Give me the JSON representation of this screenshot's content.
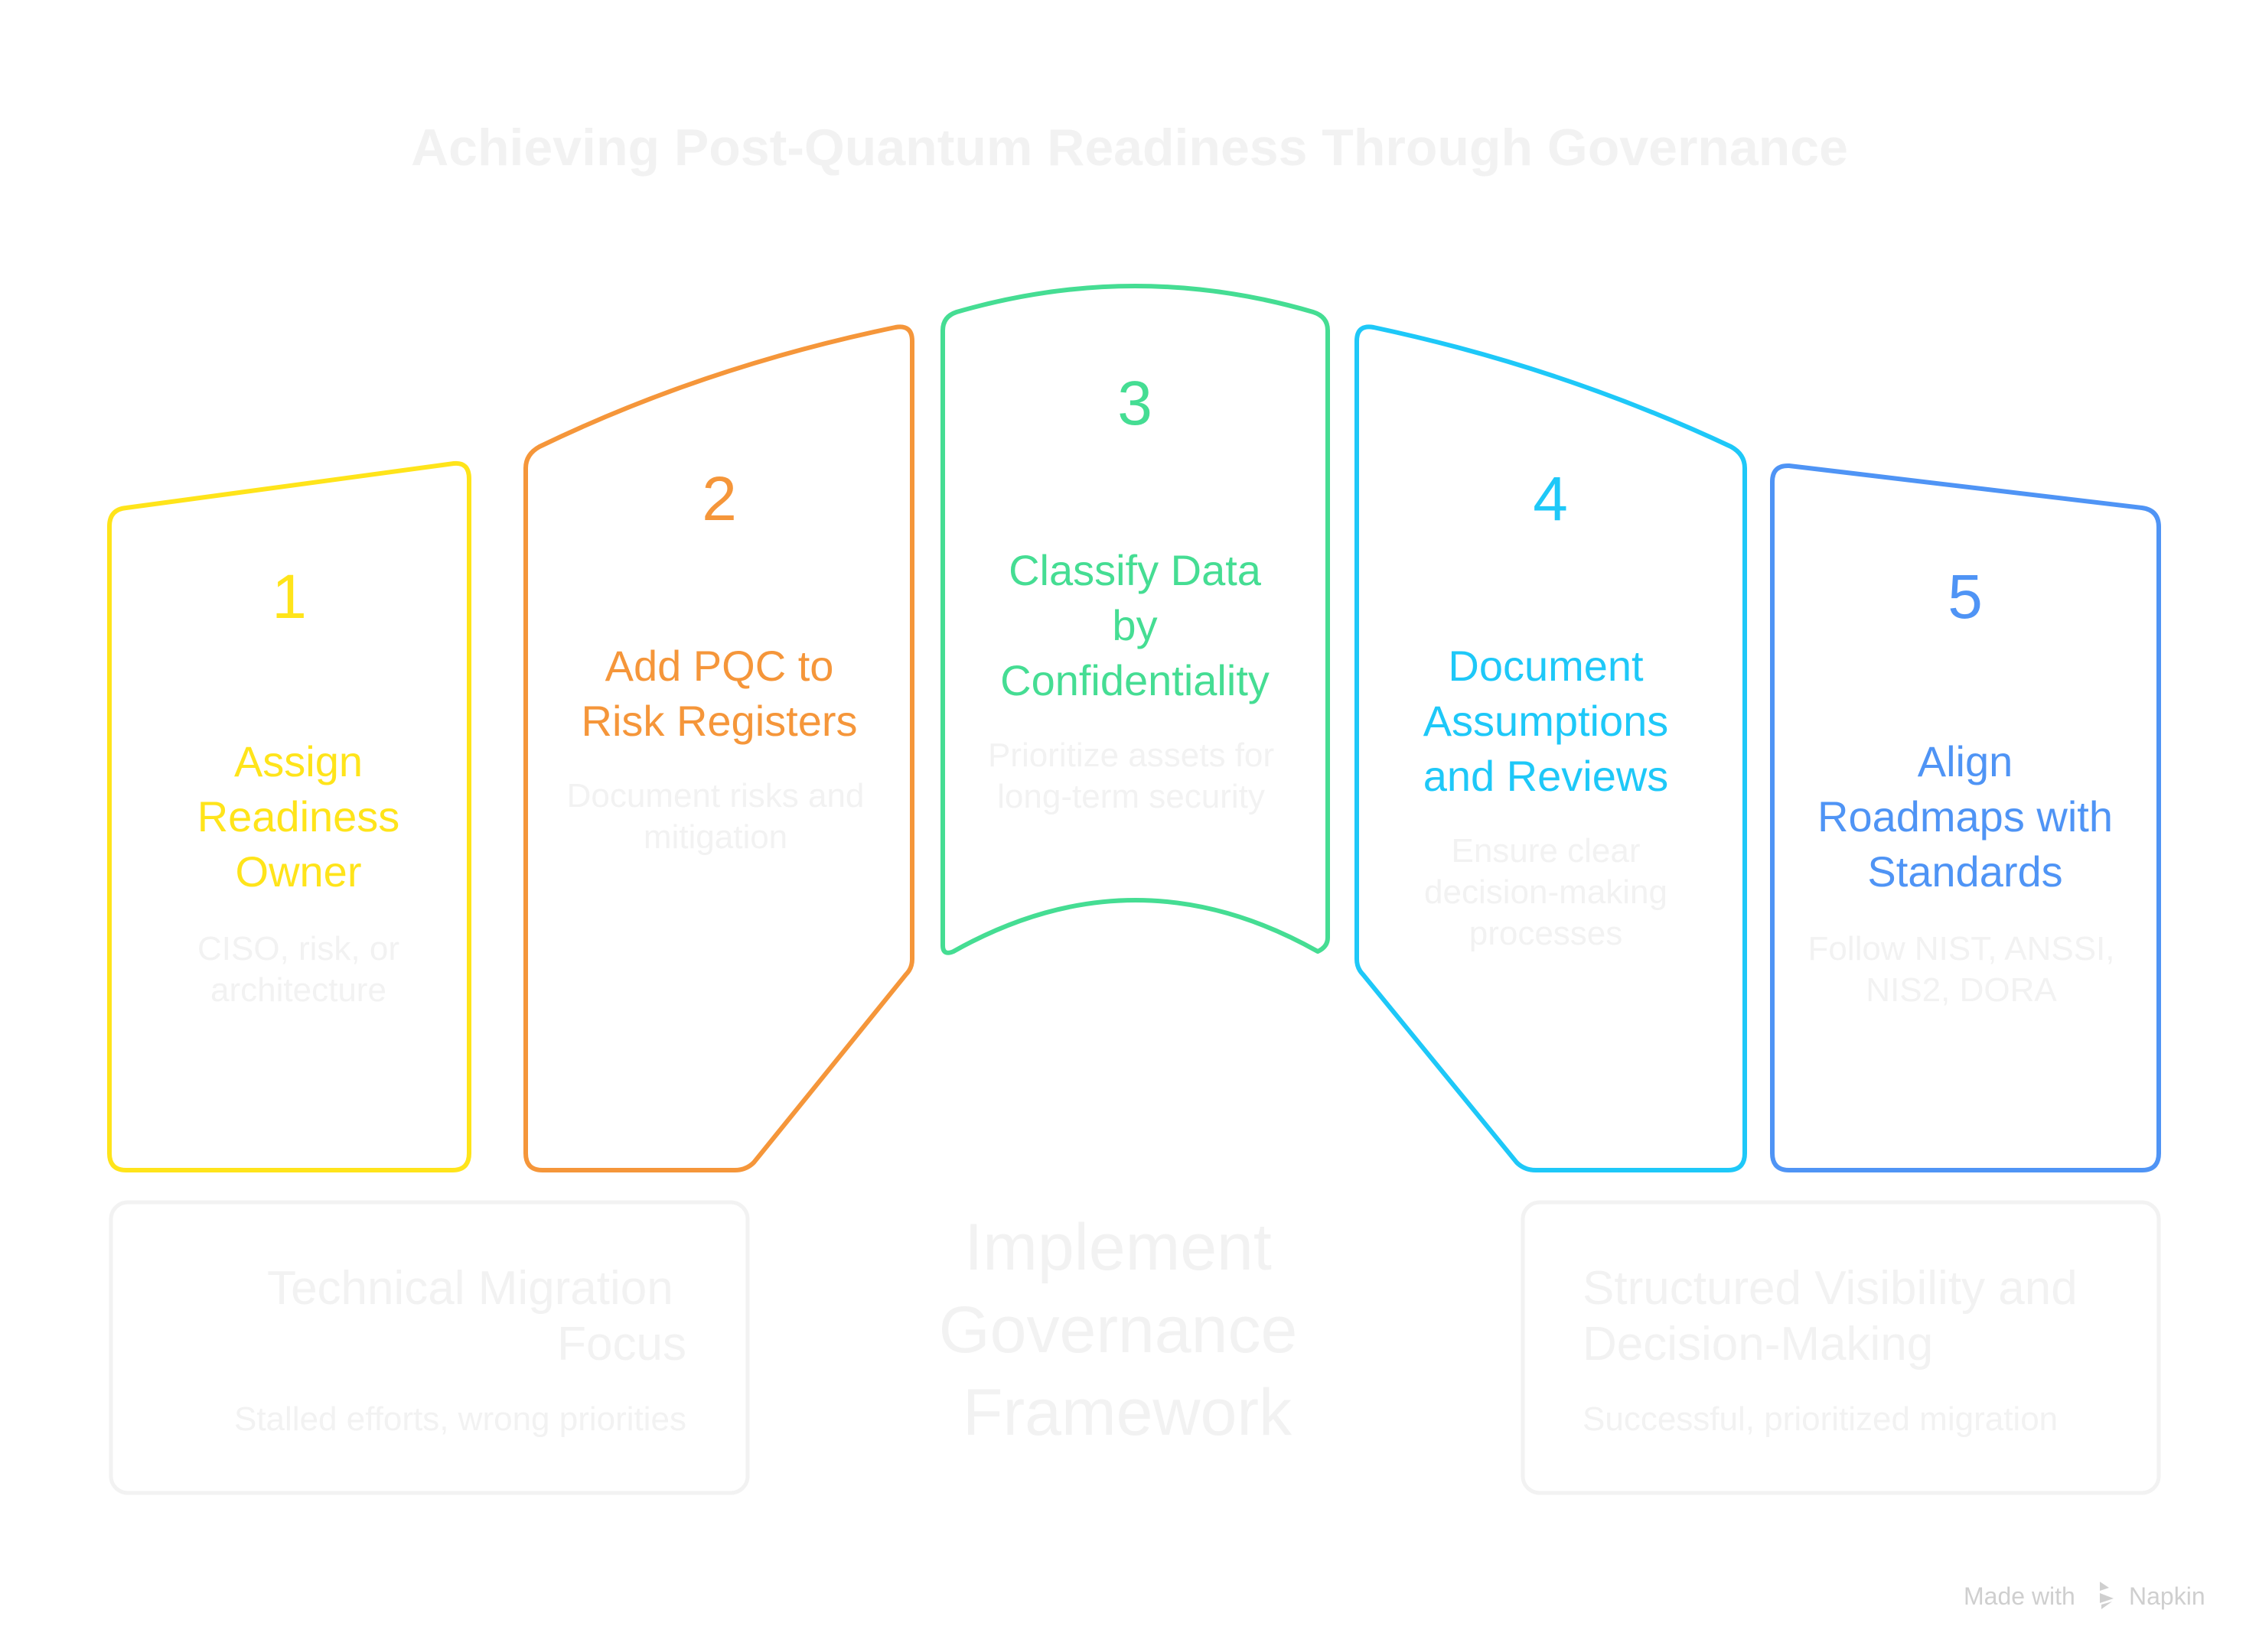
{
  "title": "Achieving Post-Quantum Readiness Through Governance",
  "steps": [
    {
      "number": "1",
      "heading": [
        "Assign",
        "Readiness",
        "Owner"
      ],
      "description": [
        "CISO, risk, or",
        "architecture"
      ],
      "color": "#FFE41A"
    },
    {
      "number": "2",
      "heading": [
        "Add PQC to",
        "Risk Registers"
      ],
      "description": [
        "Document risks and",
        "mitigation"
      ],
      "color": "#F5963A"
    },
    {
      "number": "3",
      "heading": [
        "Classify Data",
        "by",
        "Confidentiality"
      ],
      "description": [
        "Prioritize assets for",
        "long-term security"
      ],
      "color": "#45DD93"
    },
    {
      "number": "4",
      "heading": [
        "Document",
        "Assumptions",
        "and Reviews"
      ],
      "description": [
        "Ensure clear",
        "decision-making",
        "processes"
      ],
      "color": "#1EC8F8"
    },
    {
      "number": "5",
      "heading": [
        "Align",
        "Roadmaps with",
        "Standards"
      ],
      "description": [
        "Follow NIST, ANSSI,",
        "NIS2, DORA"
      ],
      "color": "#4F94F5"
    }
  ],
  "left_outcome": {
    "heading": [
      "Technical Migration",
      "Focus"
    ],
    "description": "Stalled efforts, wrong priorities"
  },
  "center_label": [
    "Implement",
    "Governance",
    "Framework"
  ],
  "right_outcome": {
    "heading": [
      "Structured Visibility and",
      "Decision-Making"
    ],
    "description": "Successful, prioritized migration"
  },
  "footer": {
    "made_with": "Made with",
    "brand": "Napkin"
  },
  "colors": {
    "faded_text": "#F2F2F2",
    "footer_text": "#CFCFCF"
  }
}
